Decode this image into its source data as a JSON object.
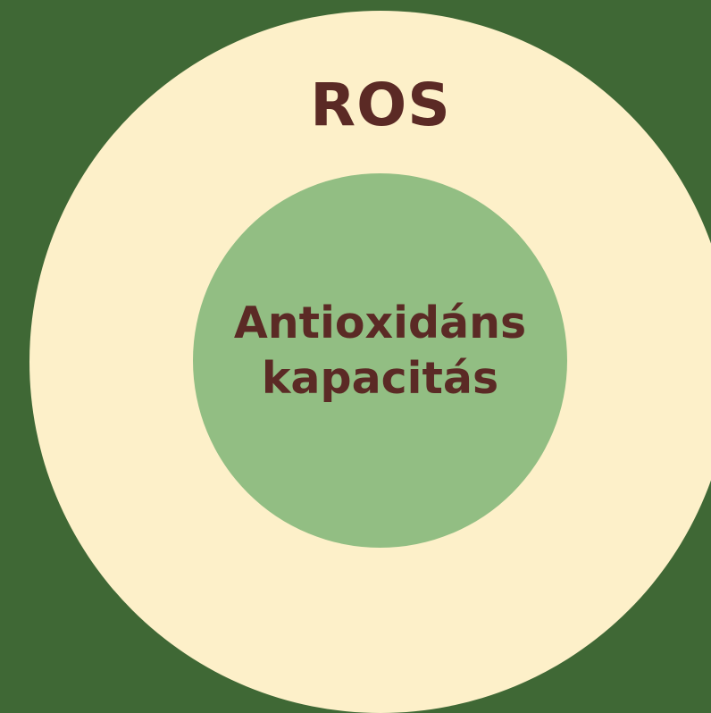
{
  "diagram": {
    "outer": {
      "label": "ROS"
    },
    "inner": {
      "label_line_1": "Antioxidáns",
      "label_line_2": "kapacitás"
    }
  },
  "colors": {
    "background": "#3f6835",
    "outer_circle": "#fdf0c9",
    "inner_circle": "#92be83",
    "text": "#5b2a25"
  }
}
